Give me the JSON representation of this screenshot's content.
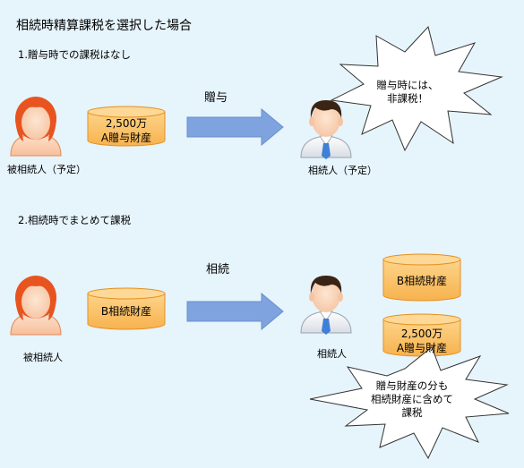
{
  "title": "相続時精算課税を選択した場合",
  "section1": {
    "heading": "1.贈与時での課税はなし",
    "giver_label": "被相続人（予定）",
    "receiver_label": "相続人（予定）",
    "arrow_label": "贈与",
    "asset_line1": "2,500万",
    "asset_line2": "A贈与財産",
    "callout_line1": "贈与時には、",
    "callout_line2": "非課税！"
  },
  "section2": {
    "heading": "2.相続時でまとめて課税",
    "giver_label": "被相続人",
    "receiver_label": "相続人",
    "arrow_label": "相続",
    "giver_asset": "B相続財産",
    "receiver_asset_b": "B相続財産",
    "receiver_asset_a_line1": "2,500万",
    "receiver_asset_a_line2": "A贈与財産",
    "callout_line1": "贈与財産の分も",
    "callout_line2": "相続財産に含めて",
    "callout_line3": "課税"
  },
  "colors": {
    "background": "#e6f4fc",
    "cylinder_fill": "#fcc86e",
    "cylinder_stroke": "#e49020",
    "arrow_fill": "#7ea3de",
    "woman_hair": "#e8541f",
    "man_hair": "#3a2414",
    "skin": "#fbd9bd",
    "tie": "#3f7fd6"
  }
}
